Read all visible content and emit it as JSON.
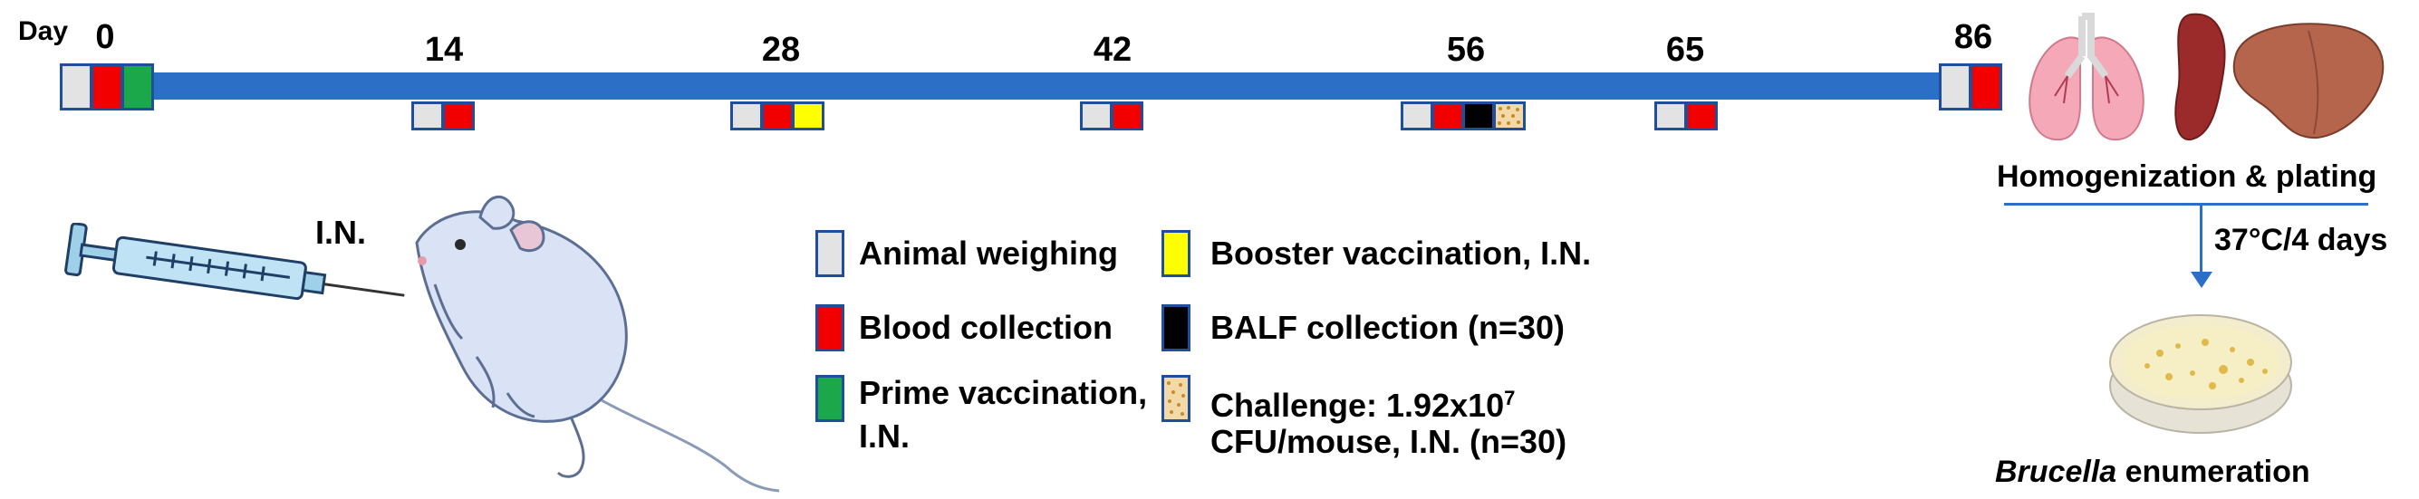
{
  "timeline": {
    "day_label": "Day",
    "days": [
      "0",
      "14",
      "28",
      "42",
      "56",
      "65",
      "86"
    ]
  },
  "route_label": "I.N.",
  "legend": [
    {
      "key": "weigh",
      "text": "Animal weighing",
      "color": "#e3e3e3"
    },
    {
      "key": "blood",
      "text": "Blood collection",
      "color": "#f20000"
    },
    {
      "key": "prime",
      "text": "Prime vaccination,",
      "text2": "I.N.",
      "color": "#1aa84b"
    },
    {
      "key": "booster",
      "text": "Booster vaccination, I.N.",
      "color": "#ffff00"
    },
    {
      "key": "balf",
      "text": "BALF collection (n=30)",
      "color": "#000000"
    },
    {
      "key": "challenge",
      "text": "Challenge: 1.92x10",
      "superscript": "7",
      "text2": "CFU/mouse, I.N. (n=30)",
      "color": "#e8b865"
    }
  ],
  "right_panel": {
    "homogenization": "Homogenization & plating",
    "incubation": "37°C/4 days",
    "enumeration_italic": "Brucella",
    "enumeration_rest": " enumeration"
  },
  "colors": {
    "bar": "#2b6fc6",
    "border": "#1f4e9a",
    "grey": "#e3e3e3",
    "red": "#f20000",
    "green": "#1aa84b",
    "yellow": "#ffff00",
    "black": "#000000"
  }
}
